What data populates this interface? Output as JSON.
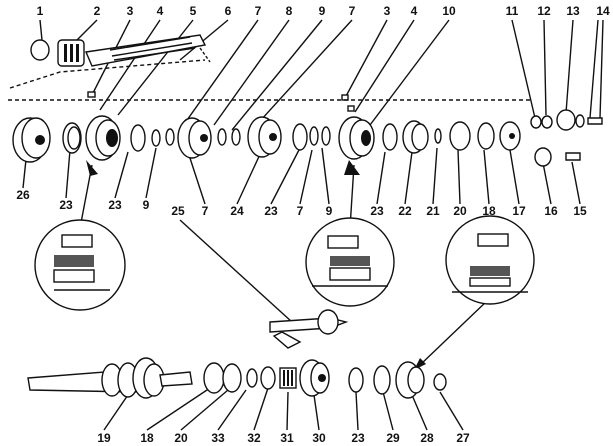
{
  "diagram": {
    "top_labels": [
      "1",
      "2",
      "3",
      "4",
      "5",
      "6",
      "7",
      "8",
      "9",
      "7",
      "3",
      "4",
      "10",
      "11",
      "12",
      "13",
      "14"
    ],
    "bottom_labels_row1": [
      "26",
      "23",
      "23",
      "9",
      "7",
      "24",
      "23",
      "7",
      "9",
      "23",
      "22",
      "21",
      "20",
      "18",
      "17",
      "16",
      "15"
    ],
    "mid_labels": [
      "25"
    ],
    "bottom_labels_row2": [
      "19",
      "18",
      "20",
      "33",
      "32",
      "31",
      "30",
      "23",
      "29",
      "28",
      "27"
    ]
  }
}
